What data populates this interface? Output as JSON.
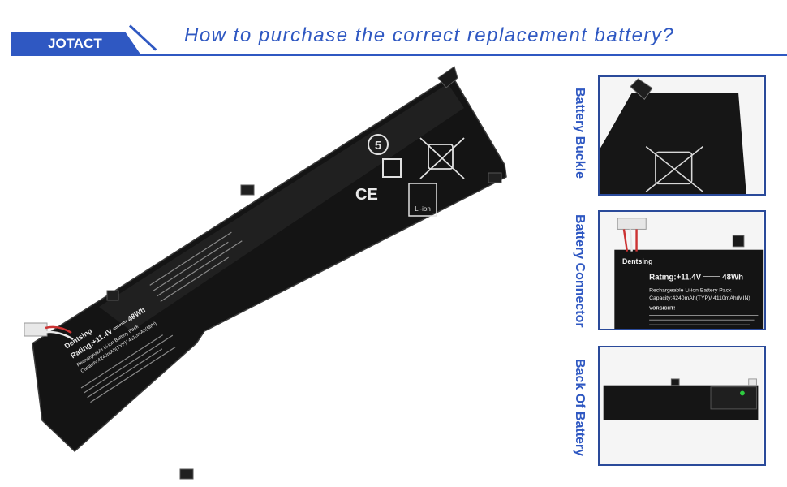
{
  "header": {
    "brand": "JOTACT",
    "headline": "How to purchase the correct replacement battery?",
    "accent_color": "#2f58c2"
  },
  "main_battery": {
    "brand": "Dentsing",
    "rating": "Rating:+11.4V ═══ 48Wh",
    "pack": "Rechargeable Li-ion Battery Pack",
    "capacity": "Capacity:4240mAh(TYP)/ 4110mAh(MIN)",
    "ce_mark": "CE",
    "recycle_label": "Li-ion",
    "eco_number": "5"
  },
  "panels": [
    {
      "label": "Battery Buckle"
    },
    {
      "label": "Battery Connector",
      "brand": "Dentsing",
      "rating": "Rating:+11.4V ═══ 48Wh",
      "pack": "Rechargeable Li-ion Battery Pack",
      "capacity": "Capacity:4240mAh(TYP)/ 4110mAh(MIN)",
      "warning": "VORSICHT!"
    },
    {
      "label": "Back Of Battery"
    }
  ]
}
